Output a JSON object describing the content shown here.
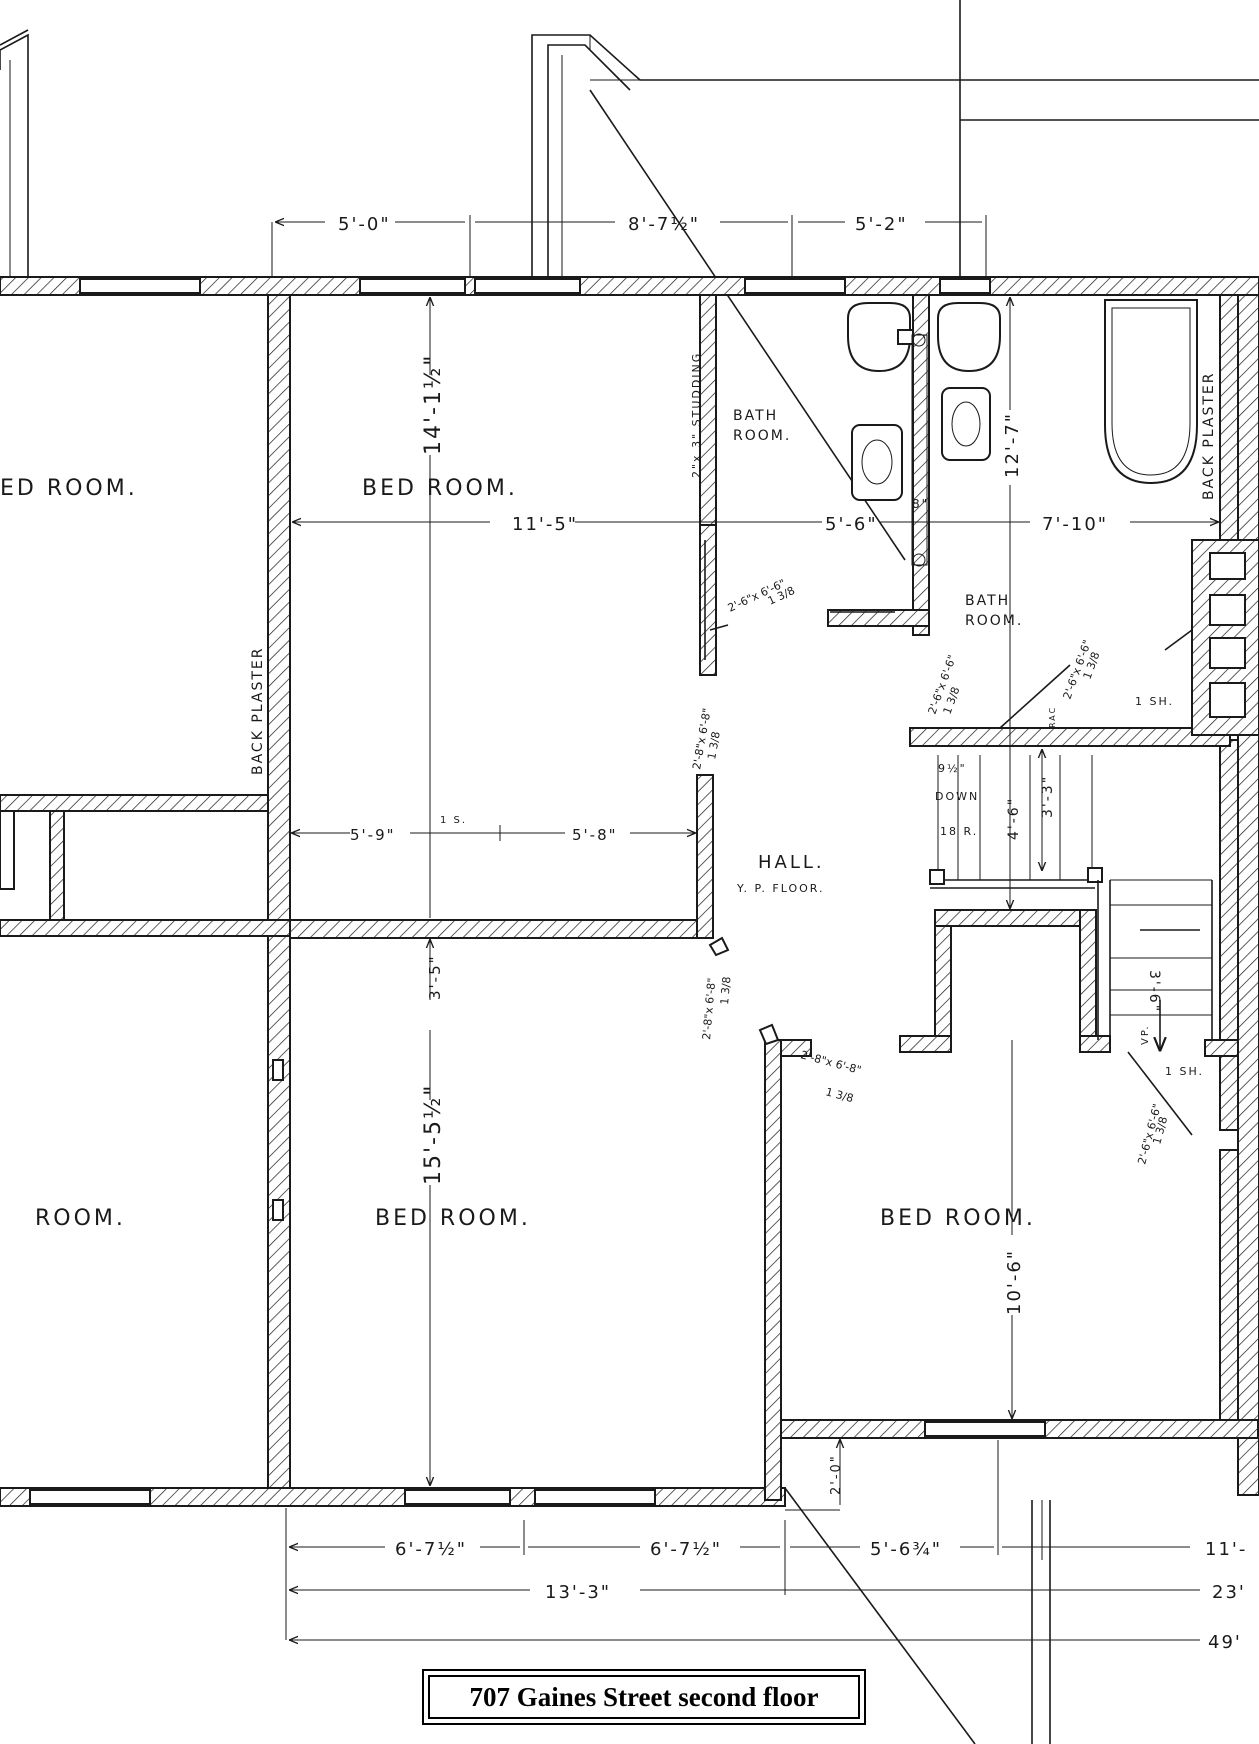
{
  "rooms": {
    "bed_room_left_top": "ED ROOM.",
    "bed_room_top": "BED ROOM.",
    "bath_room_1_line1": "BATH",
    "bath_room_1_line2": "ROOM.",
    "bath_room_2_line1": "BATH",
    "bath_room_2_line2": "ROOM.",
    "hall": "HALL.",
    "hall_floor": "Y. P. FLOOR.",
    "room_left_bottom": "ROOM.",
    "bed_room_bottom_mid": "BED ROOM.",
    "bed_room_bottom_right": "BED ROOM."
  },
  "notes": {
    "back_plaster_left": "BACK PLASTER",
    "back_plaster_right": "BACK PLASTER",
    "studding": "2\"x 3\" STUDDING",
    "down": "DOWN",
    "down_risers": "18 R.",
    "stair_tread": "9½\"",
    "closet_1": "1 SH.",
    "closet_2": "1 SH.",
    "shelf": "1 S.",
    "vp": "VP.",
    "wall_rac": "RAC"
  },
  "dimensions": {
    "top_1": "5'-0\"",
    "top_2": "8'-7½\"",
    "top_3": "5'-2\"",
    "bed_top_height": "14'-1½\"",
    "bed_top_width": "11'-5\"",
    "bath_width": "5'-6\"",
    "wall_8": "8\"",
    "bath2_width": "7'-10\"",
    "bath2_height": "12'-7\"",
    "closet_left": "5'-9\"",
    "closet_right": "5'-8\"",
    "closet_depth": "3'-5\"",
    "stair_1": "4'-6\"",
    "stair_2": "3'-3\"",
    "stair_3": "3'-6\"",
    "bed_mid_height": "15'-5½\"",
    "bed_right_height": "10'-6\"",
    "bottom_offset": "2'-0\"",
    "bottom_1": "6'-7½\"",
    "bottom_2": "6'-7½\"",
    "bottom_3": "5'-6¾\"",
    "bottom_4": "11'-",
    "overall_1": "13'-3\"",
    "overall_2": "23'",
    "overall_3": "49'"
  },
  "doors": {
    "d1": "2'-6\"x 6'-6\"",
    "d1b": "1 3/8",
    "d2": "2'-8\"x 6'-8\"",
    "d2b": "1 3/8",
    "d3": "2'-6\"x 6'-6\"",
    "d3b": "1 3/8",
    "d4": "2'-6\"x 6'-6\"",
    "d4b": "1 3/8",
    "d5": "2'-8\"x 6'-8\"",
    "d5b": "1 3/8",
    "d6": "2'-8\"x 6'-8\"",
    "d6b": "1 3/8",
    "d7": "2'-6\"x 6'-6\"",
    "d7b": "1 3/8"
  },
  "caption": "707 Gaines Street second floor"
}
